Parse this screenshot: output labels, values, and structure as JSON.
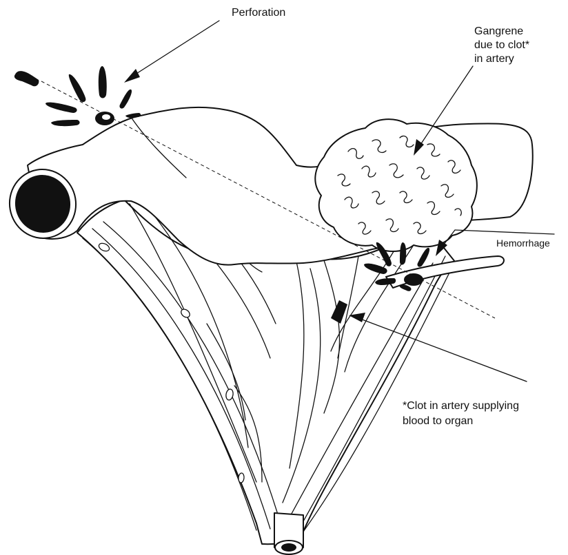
{
  "labels": {
    "perforation": "Perforation",
    "gangrene": [
      "Gangrene",
      "due to clot*",
      "in artery"
    ],
    "hemorrhage": "Hemorrhage",
    "clot_note": [
      "*Clot in artery supplying",
      "blood to organ"
    ]
  },
  "colors": {
    "ink": "#111111",
    "background": "#ffffff"
  }
}
